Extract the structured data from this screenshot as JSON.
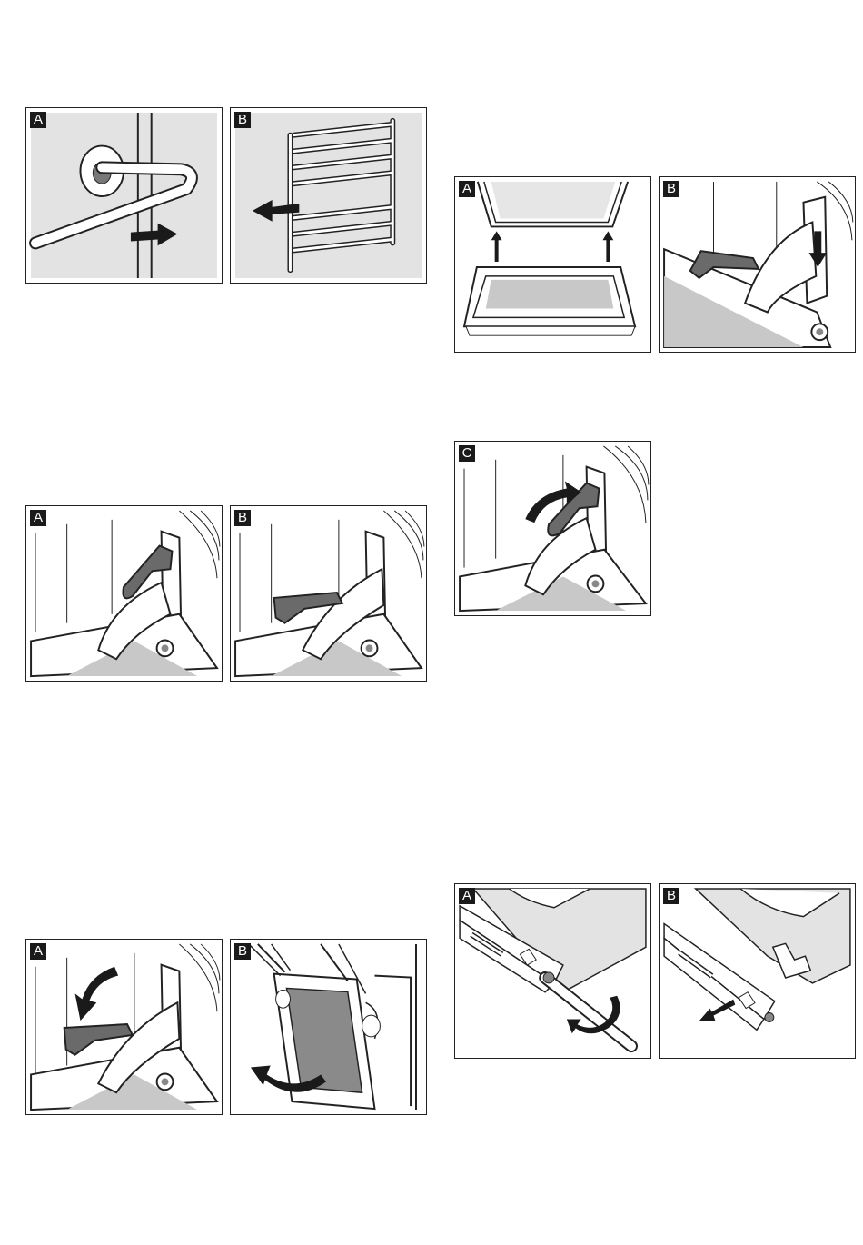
{
  "figures": [
    {
      "panels": [
        {
          "badge": "A",
          "icon": "rack-hook-release-illustration"
        },
        {
          "badge": "B",
          "icon": "rack-removal-illustration"
        }
      ]
    },
    {
      "panels": [
        {
          "badge": "A",
          "icon": "door-hinge-lever-up-illustration"
        },
        {
          "badge": "B",
          "icon": "door-hinge-lever-folded-illustration"
        }
      ]
    },
    {
      "panels": [
        {
          "badge": "A",
          "icon": "hinge-lever-fold-down-illustration"
        },
        {
          "badge": "B",
          "icon": "door-lift-off-illustration"
        }
      ]
    },
    {
      "panels": [
        {
          "badge": "A",
          "icon": "door-reinsert-illustration"
        },
        {
          "badge": "B",
          "icon": "hinge-engage-illustration"
        }
      ]
    },
    {
      "panels": [
        {
          "badge": "C",
          "icon": "hinge-lever-lock-illustration"
        }
      ]
    },
    {
      "panels": [
        {
          "badge": "A",
          "icon": "screw-unscrew-illustration"
        },
        {
          "badge": "B",
          "icon": "strip-removal-illustration"
        }
      ]
    }
  ],
  "colors": {
    "panel_bg": "#e3e3e3",
    "lever": "#6a6a6a",
    "arrow": "#1a1a1a",
    "outline": "#222222"
  }
}
